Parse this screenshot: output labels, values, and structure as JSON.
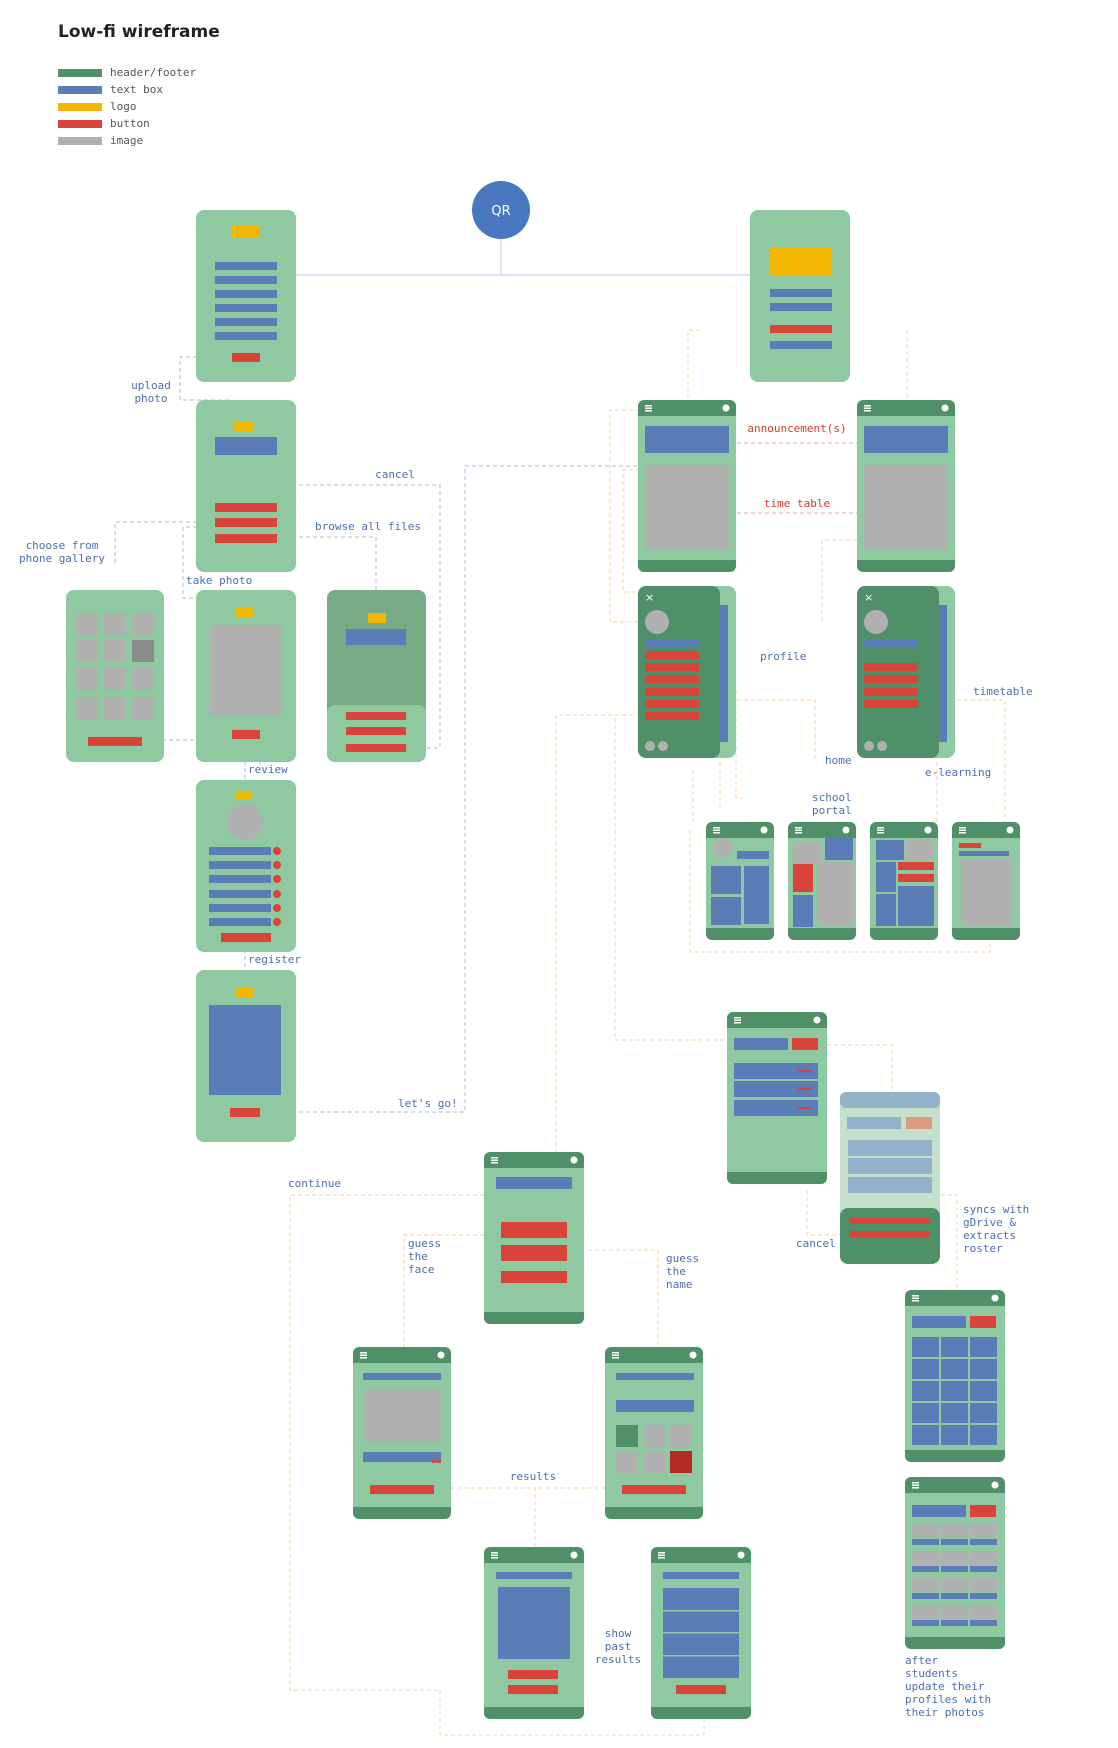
{
  "title": "Low-fi wireframe",
  "legend": [
    {
      "label": "header/footer",
      "color": "#4f9068"
    },
    {
      "label": "text box",
      "color": "#5a7db8"
    },
    {
      "label": "logo",
      "color": "#f2b600"
    },
    {
      "label": "button",
      "color": "#d9433a"
    },
    {
      "label": "image",
      "color": "#b0b0b0"
    }
  ],
  "qr_label": "QR",
  "labels": {
    "upload_photo": "upload\nphoto",
    "cancel": "cancel",
    "browse_all_files": "browse all files",
    "choose_from_gallery": "choose from\nphone gallery",
    "take_photo": "take photo",
    "review": "review",
    "register": "register",
    "lets_go": "let's go!",
    "announcements": "announcement(s)",
    "time_table": "time table",
    "profile": "profile",
    "timetable": "timetable",
    "home": "home",
    "e_learning": "e-learning",
    "school_portal": "school\nportal",
    "syncs_gdrive": "syncs with\ngDrive &\nextracts\nroster",
    "cancel2": "cancel",
    "continue": "continue",
    "guess_face": "guess\nthe\nface",
    "guess_name": "guess\nthe\nname",
    "results": "results",
    "show_past_results": "show\npast\nresults",
    "after_students": "after\nstudents\nupdate their\nprofiles with\ntheir photos"
  }
}
